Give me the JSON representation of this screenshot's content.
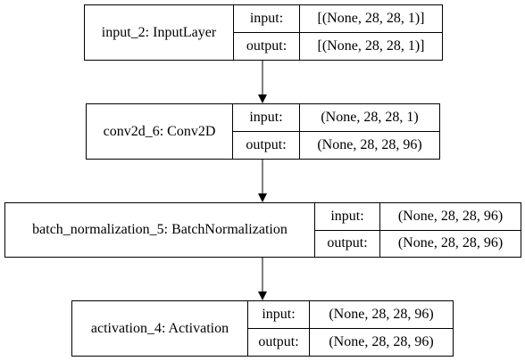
{
  "layers": [
    {
      "name": "input_2: InputLayer",
      "input_label": "input:",
      "output_label": "output:",
      "input_shape": "[(None, 28, 28, 1)]",
      "output_shape": "[(None, 28, 28, 1)]"
    },
    {
      "name": "conv2d_6: Conv2D",
      "input_label": "input:",
      "output_label": "output:",
      "input_shape": "(None, 28, 28, 1)",
      "output_shape": "(None, 28, 28, 96)"
    },
    {
      "name": "batch_normalization_5: BatchNormalization",
      "input_label": "input:",
      "output_label": "output:",
      "input_shape": "(None, 28, 28, 96)",
      "output_shape": "(None, 28, 28, 96)"
    },
    {
      "name": "activation_4: Activation",
      "input_label": "input:",
      "output_label": "output:",
      "input_shape": "(None, 28, 28, 96)",
      "output_shape": "(None, 28, 28, 96)"
    }
  ],
  "edges": [
    [
      0,
      1
    ],
    [
      1,
      2
    ],
    [
      2,
      3
    ]
  ]
}
